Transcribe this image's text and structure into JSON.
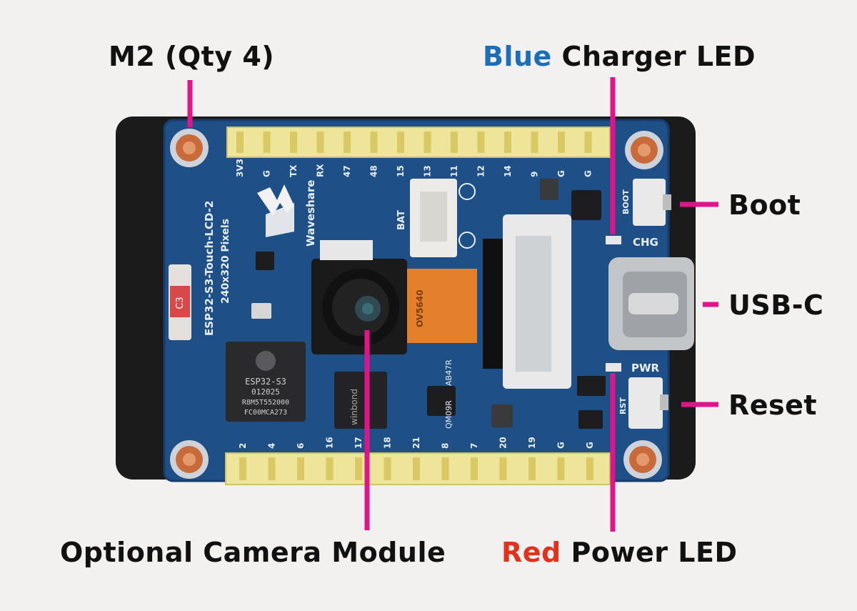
{
  "callouts": {
    "m2": {
      "text": "M2 (Qty 4)"
    },
    "charger_led": {
      "accent": "Blue",
      "rest": " Charger LED",
      "accent_color": "#1a6fb8"
    },
    "boot": {
      "text": "Boot"
    },
    "usb_c": {
      "text": "USB-C"
    },
    "reset": {
      "text": "Reset"
    },
    "camera": {
      "text": "Optional Camera Module"
    },
    "power_led": {
      "accent": "Red",
      "rest": " Power LED",
      "accent_color": "#e0321e"
    }
  },
  "board": {
    "name": "ESP32-S3-Touch-LCD-2",
    "resolution": "240x320 Pixels",
    "brand": "Waveshare",
    "chip_line1": "ESP32-S3",
    "chip_line2": "012025",
    "chip_line3": "R8M5T552000",
    "chip_line4": "FC00MCA273",
    "flash_chip": "winbond",
    "camera_flex": "OV5640",
    "connector_bat": "BAT",
    "led_chg": "CHG",
    "led_pwr": "PWR",
    "btn_boot": "BOOT",
    "btn_rst": "RST",
    "pins_top": [
      "3V3",
      "G",
      "TX",
      "RX",
      "47",
      "48",
      "15",
      "13",
      "11",
      "12",
      "14",
      "9",
      "G",
      "G"
    ],
    "pins_bottom": [
      "2",
      "4",
      "6",
      "16",
      "17",
      "18",
      "21",
      "8",
      "7",
      "20",
      "19",
      "G",
      "G"
    ],
    "capacitor": "C3",
    "inductor1": "AB47R",
    "inductor2": "QM09R"
  },
  "colors": {
    "pointer": "#e0158b",
    "pcb": "#1e4f87",
    "lcd": "#1b1b1b",
    "header": "#efe59a",
    "copper": "#c96a3a",
    "flex": "#e4802c"
  }
}
